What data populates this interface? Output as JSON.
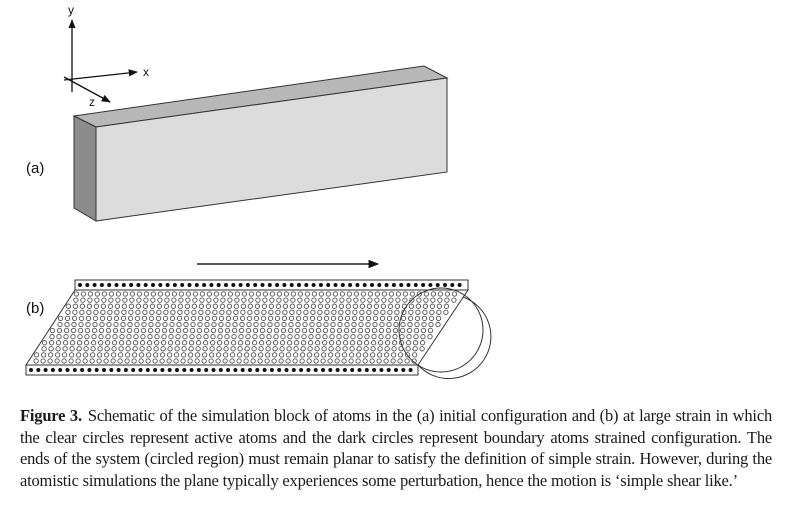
{
  "figure": {
    "axes": {
      "x_label": "x",
      "y_label": "y",
      "z_label": "z"
    },
    "panel_a_label": "(a)",
    "panel_b_label": "(b)",
    "colors": {
      "block_front": "#dcdcdc",
      "block_top": "#b8b8b8",
      "block_side": "#8c8c8c",
      "outline": "#333333",
      "boundary_atom": "#111111",
      "active_atom_stroke": "#555555"
    }
  },
  "caption": {
    "label": "Figure 3.",
    "text": "Schematic of the simulation block of atoms in the (a) initial configuration and (b) at large strain in which the clear circles represent active atoms and the dark circles represent boundary atoms strained configuration. The ends of the system (circled region) must remain planar to satisfy the definition of simple strain.  However, during the atomistic simulations the plane typically experiences some perturbation, hence the motion is ‘simple shear like.’"
  }
}
